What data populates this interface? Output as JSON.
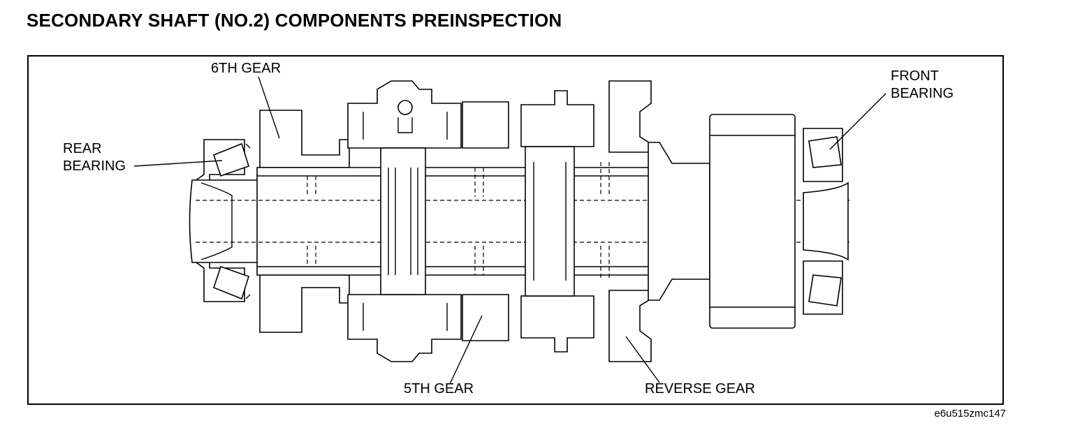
{
  "title": "SECONDARY SHAFT (NO.2) COMPONENTS PREINSPECTION",
  "labels": {
    "sixth_gear": "6TH GEAR",
    "rear_bearing_line1": "REAR",
    "rear_bearing_line2": "BEARING",
    "front_bearing_line1": "FRONT",
    "front_bearing_line2": "BEARING",
    "fifth_gear": "5TH GEAR",
    "reverse_gear": "REVERSE GEAR"
  },
  "reference_code": "e6u515zmc147"
}
